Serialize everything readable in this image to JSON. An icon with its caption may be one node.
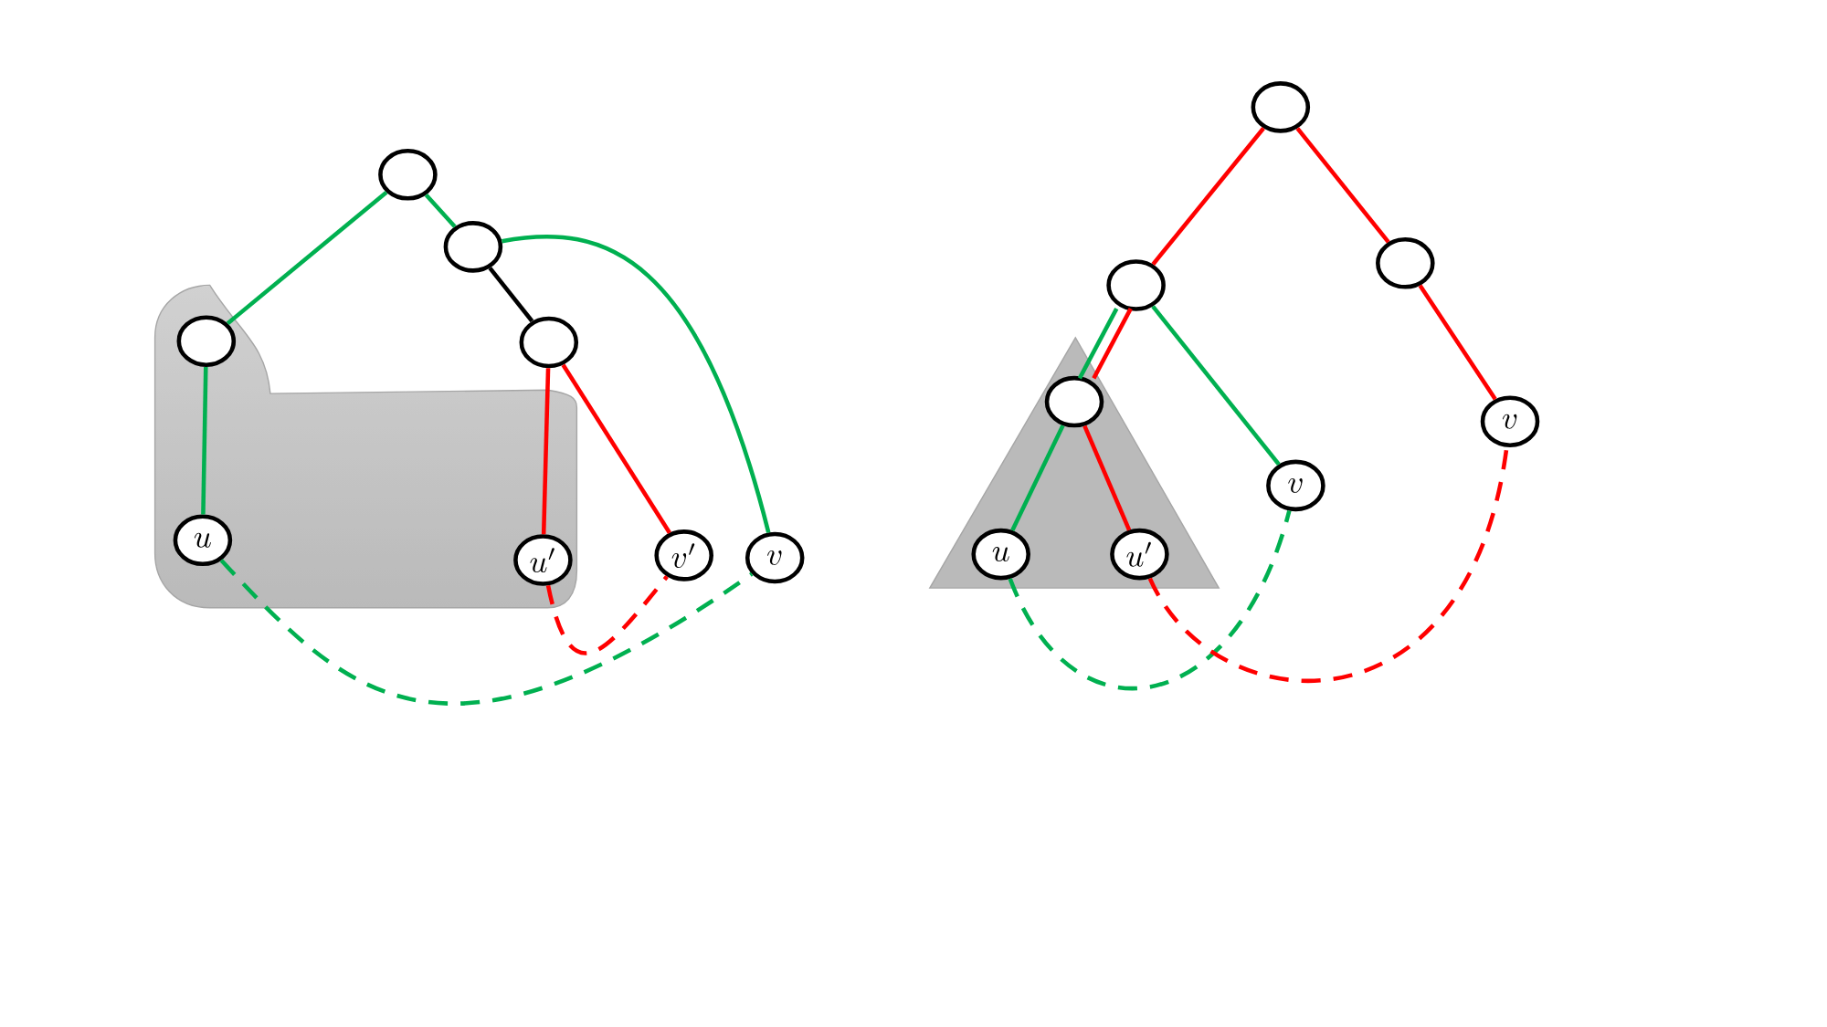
{
  "diagram": {
    "nodes": [
      {
        "text": [],
        "shape": "circle"
      },
      {
        "text": [],
        "shape": "circle"
      },
      {
        "text": [],
        "shape": "circle"
      },
      {
        "text": [],
        "shape": "circle"
      },
      {
        "text": [
          "u"
        ]
      },
      {
        "text": [
          "u'"
        ]
      },
      {
        "text": [
          "v'"
        ]
      },
      {
        "text": [
          "v"
        ]
      },
      {
        "text": [],
        "shape": "circle"
      },
      {
        "text": [],
        "shape": "circle"
      },
      {
        "text": [],
        "shape": "circle"
      },
      {
        "text": [],
        "shape": "circle"
      },
      {
        "text": [
          "u"
        ]
      },
      {
        "text": [
          "u'"
        ]
      },
      {
        "text": [
          "v"
        ]
      },
      {
        "text": [
          "v"
        ]
      }
    ],
    "edges": [
      {
        "from": 0,
        "to": 2,
        "arrow": "none",
        "color": "#00b050"
      },
      {
        "from": 0,
        "to": 1,
        "arrow": "none",
        "color": "#00b050"
      },
      {
        "from": 1,
        "to": 3,
        "arrow": "none",
        "color": "#000000"
      },
      {
        "from": 1,
        "to": 7,
        "arrow": "none",
        "color": "#00b050"
      },
      {
        "from": 2,
        "to": 4,
        "arrow": "none",
        "color": "#00b050"
      },
      {
        "from": 3,
        "to": 5,
        "arrow": "none",
        "color": "#ff0000"
      },
      {
        "from": 3,
        "to": 6,
        "arrow": "none",
        "color": "#ff0000"
      },
      {
        "from": 4,
        "to": 7,
        "arrow": "none",
        "style": "dashed",
        "color": "#00b050"
      },
      {
        "from": 5,
        "to": 6,
        "arrow": "none",
        "style": "dashed",
        "color": "#ff0000"
      },
      {
        "from": 8,
        "to": 9,
        "arrow": "none",
        "color": "#ff0000"
      },
      {
        "from": 8,
        "to": 10,
        "arrow": "none",
        "color": "#ff0000"
      },
      {
        "from": 10,
        "to": 15,
        "arrow": "none",
        "color": "#ff0000"
      },
      {
        "from": 9,
        "to": 11,
        "arrow": "none",
        "color": "#00b050"
      },
      {
        "from": 9,
        "to": 11,
        "arrow": "none",
        "color": "#ff0000"
      },
      {
        "from": 9,
        "to": 14,
        "arrow": "none",
        "color": "#00b050"
      },
      {
        "from": 11,
        "to": 12,
        "arrow": "none",
        "color": "#00b050"
      },
      {
        "from": 11,
        "to": 13,
        "arrow": "none",
        "color": "#ff0000"
      },
      {
        "from": 12,
        "to": 14,
        "arrow": "none",
        "style": "dashed",
        "color": "#00b050"
      },
      {
        "from": 13,
        "to": 15,
        "arrow": "none",
        "style": "dashed",
        "color": "#ff0000"
      }
    ]
  }
}
